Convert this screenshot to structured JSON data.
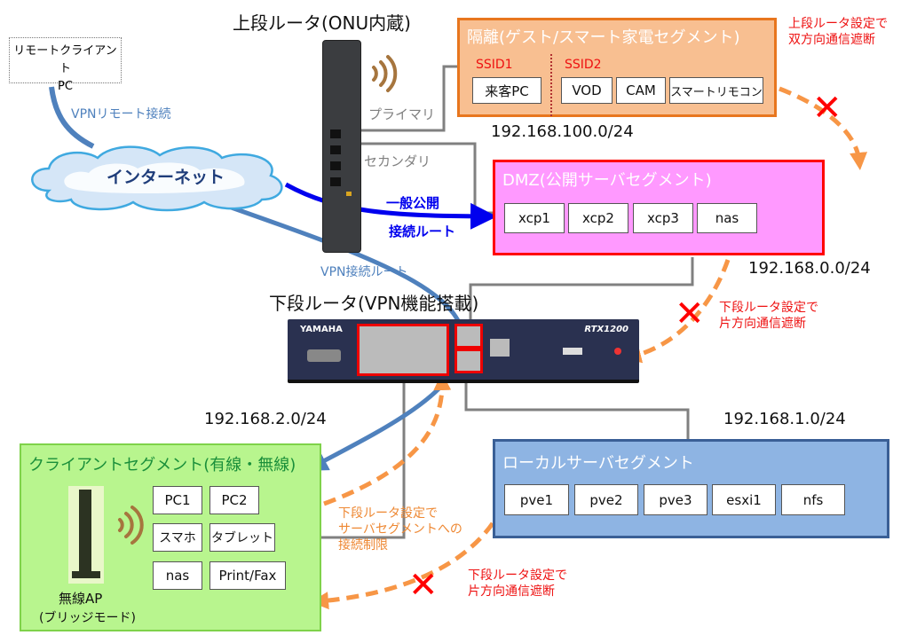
{
  "remote_client": {
    "line1": "リモートクライアント",
    "line2": "PC"
  },
  "vpn_remote_label": "VPNリモート接続",
  "internet_label": "インターネット",
  "upper_router": {
    "title": "上段ルータ(ONU内蔵)",
    "primary_label": "プライマリ",
    "secondary_label": "セカンダリ"
  },
  "lower_router": {
    "title": "下段ルータ(VPN機能搭載)",
    "brand": "YAMAHA",
    "model": "RTX1200"
  },
  "public_route_label": {
    "line1": "一般公開",
    "line2": "接続ルート"
  },
  "vpn_route_label": "VPN接続ルート",
  "segments": {
    "isolated": {
      "title": "隔離(ゲスト/スマート家電セグメント)",
      "ssid1": "SSID1",
      "ssid2": "SSID2",
      "ssid1_nodes": [
        "来客PC"
      ],
      "ssid2_nodes": [
        "VOD",
        "CAM",
        "スマートリモコン"
      ],
      "subnet": "192.168.100.0/24",
      "color": "#f8bf91",
      "border": "#e8761e"
    },
    "dmz": {
      "title": "DMZ(公開サーバセグメント)",
      "nodes": [
        "xcp1",
        "xcp2",
        "xcp3",
        "nas"
      ],
      "subnet": "192.168.0.0/24",
      "color": "#ff99ff",
      "border": "#ff0000"
    },
    "client": {
      "title": "クライアントセグメント(有線・無線)",
      "nodes": [
        "PC1",
        "PC2",
        "スマホ",
        "タブレット",
        "nas",
        "Print/Fax"
      ],
      "ap_label1": "無線AP",
      "ap_label2": "(ブリッジモード)",
      "subnet": "192.168.2.0/24",
      "color": "#b8f58e",
      "border": "#7fd24a"
    },
    "local_server": {
      "title": "ローカルサーバセグメント",
      "nodes": [
        "pve1",
        "pve2",
        "pve3",
        "esxi1",
        "nfs"
      ],
      "subnet": "192.168.1.0/24",
      "color": "#8eb4e3",
      "border": "#3a5f96"
    }
  },
  "notes": {
    "upper_block": {
      "line1": "上段ルータ設定で",
      "line2": "双方向通信遮断"
    },
    "lower_block_dmz": {
      "line1": "下段ルータ設定で",
      "line2": "片方向通信遮断"
    },
    "lower_block_local": {
      "line1": "下段ルータ設定で",
      "line2": "片方向通信遮断"
    },
    "server_restrict": {
      "line1": "下段ルータ設定で",
      "line2": "サーバセグメントへの",
      "line3": "接続制限"
    }
  },
  "colors": {
    "wire": "#808080",
    "vpn_line": "#4f81bd",
    "public_line": "#0000ee",
    "dashed_arrow": "#f79646",
    "block_x": "#ff0000"
  }
}
